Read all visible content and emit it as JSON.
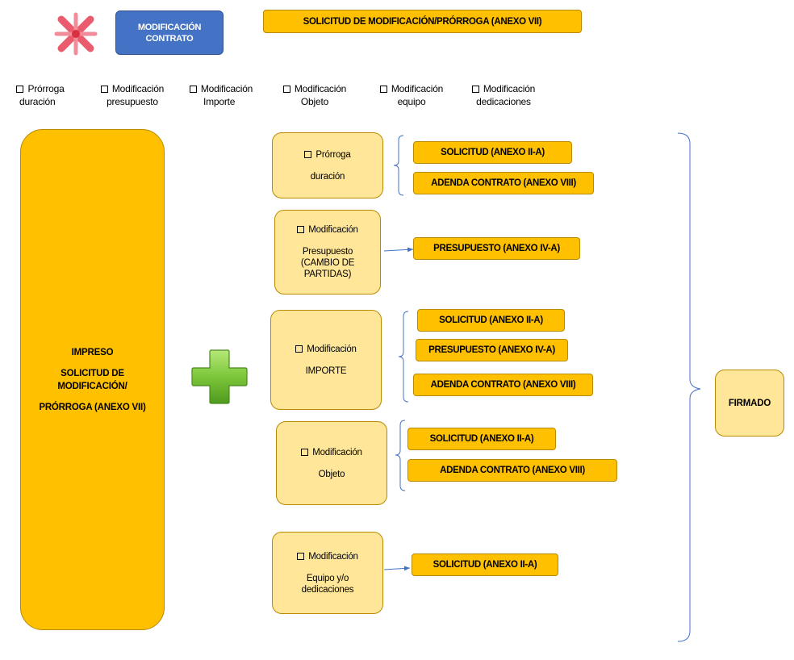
{
  "header": {
    "button_label_line1": "MODIFICACIÓN",
    "button_label_line2": "CONTRATO",
    "title": "SOLICITUD DE MODIFICACIÓN/PRÓRROGA (ANEXO VII)"
  },
  "options": [
    {
      "line1": "Prórroga",
      "line2": "duración"
    },
    {
      "line1": "Modificación",
      "line2": "presupuesto"
    },
    {
      "line1": "Modificación",
      "line2": "Importe"
    },
    {
      "line1": "Modificación",
      "line2": "Objeto"
    },
    {
      "line1": "Modificación",
      "line2": "equipo"
    },
    {
      "line1": "Modificación",
      "line2": "dedicaciones"
    }
  ],
  "impreso": {
    "line1": "IMPRESO",
    "line2": "SOLICITUD DE",
    "line3": "MODIFICACIÓN/",
    "line4": "PRÓRROGA (ANEXO VII)"
  },
  "types": [
    {
      "line1": "Prórroga",
      "line2": "duración",
      "line3": ""
    },
    {
      "line1": "Modificación",
      "line2": "Presupuesto",
      "line3": "(CAMBIO DE PARTIDAS)"
    },
    {
      "line1": "Modificación",
      "line2": "IMPORTE",
      "line3": ""
    },
    {
      "line1": "Modificación",
      "line2": "Objeto",
      "line3": ""
    },
    {
      "line1": "Modificación",
      "line2": "Equipo y/o",
      "line3": "dedicaciones"
    }
  ],
  "docs": {
    "d1": "SOLICITUD (ANEXO II-A)",
    "d2": "ADENDA CONTRATO (ANEXO VIII)",
    "d3": "PRESUPUESTO (ANEXO IV-A)",
    "d4": "SOLICITUD (ANEXO II-A)",
    "d5": "PRESUPUESTO (ANEXO IV-A)",
    "d6": "ADENDA CONTRATO (ANEXO VIII)",
    "d7": "SOLICITUD (ANEXO II-A)",
    "d8": "ADENDA CONTRATO (ANEXO VIII)",
    "d9": "SOLICITUD (ANEXO II-A)"
  },
  "result": "FIRMADO",
  "colors": {
    "blue": "#4472c4",
    "orange": "#ffc000",
    "light_orange": "#ffe699",
    "connector": "#4472c4",
    "cross": "#e84a5f",
    "plus": "#70c030"
  },
  "icons": {
    "cross": "red-x-icon",
    "plus": "green-plus-icon"
  }
}
